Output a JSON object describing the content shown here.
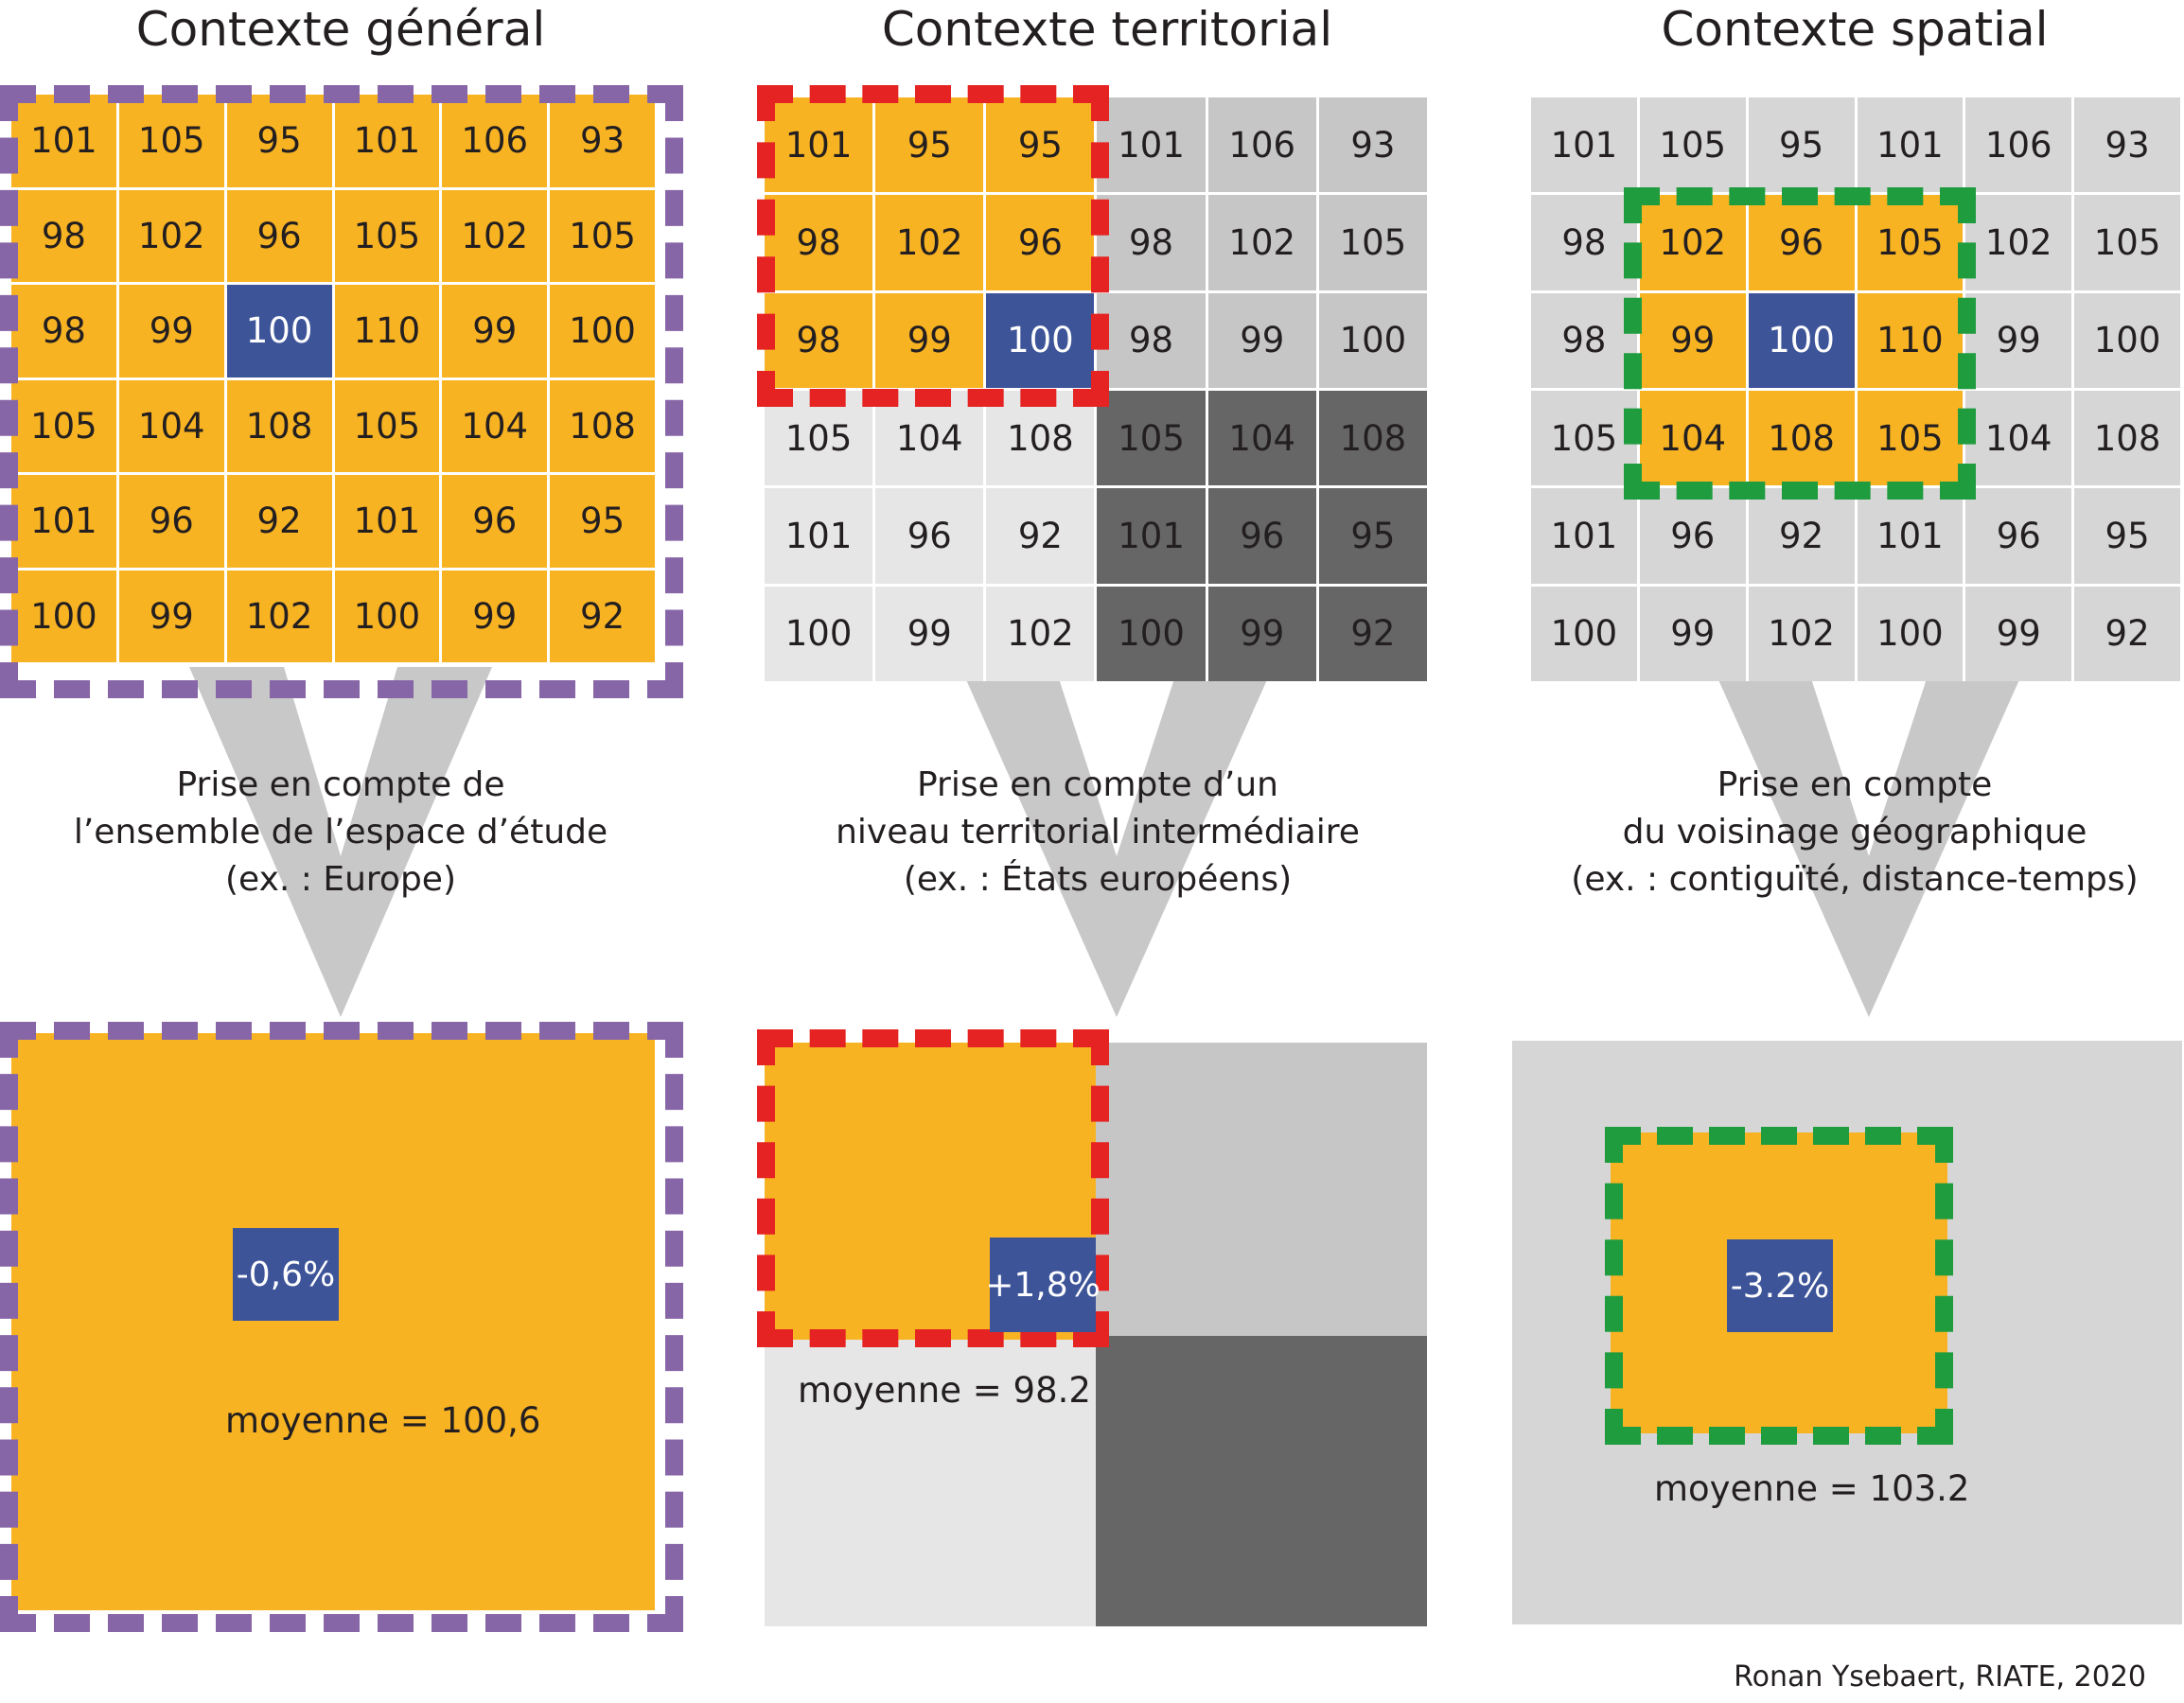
{
  "panels": [
    {
      "title": "Contexte général",
      "caption": [
        "Prise en compte de",
        "l’ensemble de l’espace d’étude",
        "(ex. : Europe)"
      ],
      "badge": "-0,6%",
      "mean": "moyenne = 100,6"
    },
    {
      "title": "Contexte territorial",
      "caption": [
        "Prise en compte d’un",
        "niveau territorial intermédiaire",
        "(ex. : États européens)"
      ],
      "badge": "+1,8%",
      "mean": "moyenne = 98.2"
    },
    {
      "title": "Contexte spatial",
      "caption": [
        "Prise en compte",
        "du voisinage géographique",
        "(ex. : contiguïté, distance-temps)"
      ],
      "badge": "-3.2%",
      "mean": "moyenne = 103.2"
    }
  ],
  "grids": [
    [
      [
        "101",
        "105",
        "95",
        "101",
        "106",
        "93"
      ],
      [
        "98",
        "102",
        "96",
        "105",
        "102",
        "105"
      ],
      [
        "98",
        "99",
        "100",
        "110",
        "99",
        "100"
      ],
      [
        "105",
        "104",
        "108",
        "105",
        "104",
        "108"
      ],
      [
        "101",
        "96",
        "92",
        "101",
        "96",
        "95"
      ],
      [
        "100",
        "99",
        "102",
        "100",
        "99",
        "92"
      ]
    ],
    [
      [
        "101",
        "95",
        "95",
        "101",
        "106",
        "93"
      ],
      [
        "98",
        "102",
        "96",
        "98",
        "102",
        "105"
      ],
      [
        "98",
        "99",
        "100",
        "98",
        "99",
        "100"
      ],
      [
        "105",
        "104",
        "108",
        "105",
        "104",
        "108"
      ],
      [
        "101",
        "96",
        "92",
        "101",
        "96",
        "95"
      ],
      [
        "100",
        "99",
        "102",
        "100",
        "99",
        "92"
      ]
    ],
    [
      [
        "101",
        "105",
        "95",
        "101",
        "106",
        "93"
      ],
      [
        "98",
        "102",
        "96",
        "105",
        "102",
        "105"
      ],
      [
        "98",
        "99",
        "100",
        "110",
        "99",
        "100"
      ],
      [
        "105",
        "104",
        "108",
        "105",
        "104",
        "108"
      ],
      [
        "101",
        "96",
        "92",
        "101",
        "96",
        "95"
      ],
      [
        "100",
        "99",
        "102",
        "100",
        "99",
        "92"
      ]
    ]
  ],
  "colors": {
    "orange": "#f8b323",
    "blue": "#3d5499",
    "purple": "#8766a8",
    "red": "#e52322",
    "green": "#1f9c3e",
    "grey_light": "#e6e6e6",
    "grey_mid": "#c6c6c6",
    "grey_dark": "#666666",
    "grey_neutral": "#d6d6d6",
    "funnel": "#c8c8c8"
  },
  "credit": "Ronan Ysebaert, RIATE, 2020"
}
